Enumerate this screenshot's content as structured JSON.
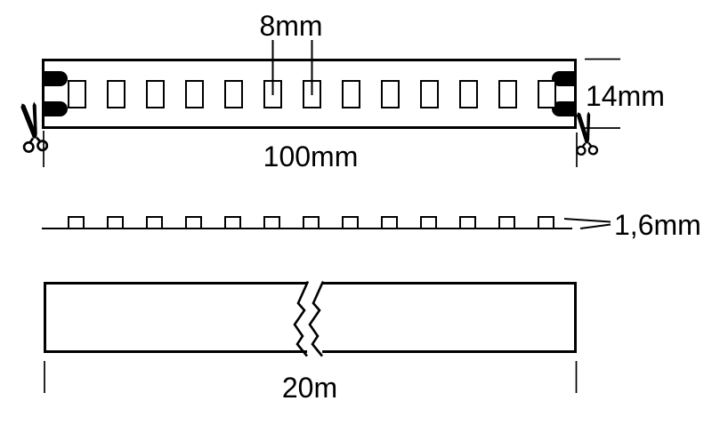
{
  "colors": {
    "ink": "#000000",
    "background": "#ffffff"
  },
  "labels": {
    "led_pitch": "8mm",
    "strip_width": "14mm",
    "segment_length": "100mm",
    "strip_thickness": "1,6mm",
    "total_length": "20m"
  },
  "top_view": {
    "led_count": 13,
    "solder_pads_per_end": 2
  },
  "side_view": {
    "chip_count": 13
  },
  "icons": {
    "cut_marker": "scissors-icon"
  }
}
